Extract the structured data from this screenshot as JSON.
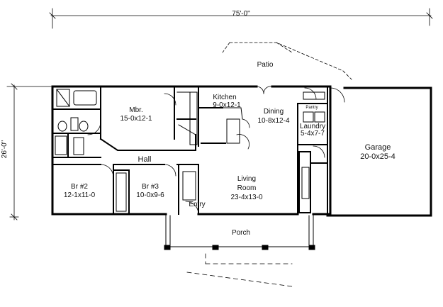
{
  "dimensions": {
    "overall_width": "75'-0\"",
    "overall_depth": "26'-0\""
  },
  "rooms": {
    "patio": {
      "name": "Patio"
    },
    "kitchen": {
      "name": "Kitchen",
      "size": "9-0x12-1"
    },
    "mbr": {
      "name": "Mbr.",
      "size": "15-0x12-1"
    },
    "dining": {
      "name": "Dining",
      "size": "10-8x12-4"
    },
    "pantry": {
      "name": "Pantry"
    },
    "laundry": {
      "name": "Laundry",
      "size": "5-4x7-7"
    },
    "garage": {
      "name": "Garage",
      "size": "20-0x25-4"
    },
    "hall": {
      "name": "Hall"
    },
    "br2": {
      "name": "Br #2",
      "size": "12-1x11-0"
    },
    "br3": {
      "name": "Br #3",
      "size": "10-0x9-6"
    },
    "living": {
      "name": "Living",
      "name2": "Room",
      "size": "23-4x13-0"
    },
    "entry": {
      "name": "Entry"
    },
    "porch": {
      "name": "Porch"
    }
  }
}
